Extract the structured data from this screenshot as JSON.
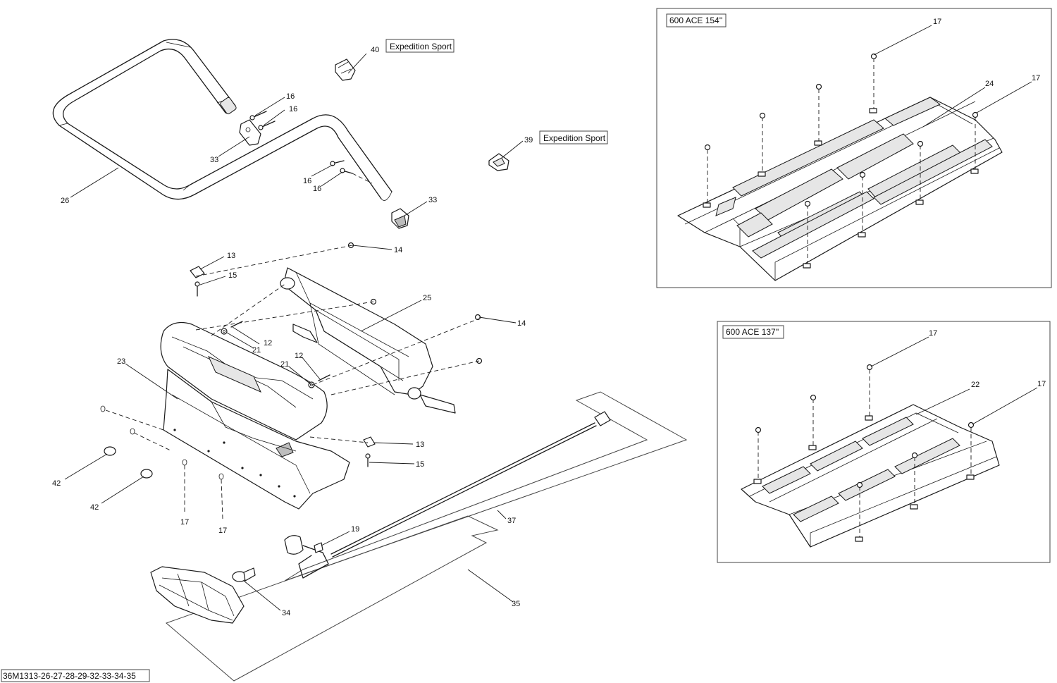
{
  "diagram_id": "36M1313-26-27-28-29-32-33-34-35",
  "variant_labels": {
    "expedition_sport_40": "Expedition Sport",
    "expedition_sport_39": "Expedition Sport",
    "box_154": "600 ACE 154''",
    "box_137": "600 ACE 137''"
  },
  "callouts": {
    "c26": "26",
    "c33a": "33",
    "c33b": "33",
    "c40": "40",
    "c39": "39",
    "c16a": "16",
    "c16b": "16",
    "c16c": "16",
    "c16d": "16",
    "c13a": "13",
    "c13b": "13",
    "c14a": "14",
    "c14b": "14",
    "c15a": "15",
    "c15b": "15",
    "c25": "25",
    "c23": "23",
    "c12a": "12",
    "c12b": "12",
    "c21a": "21",
    "c21b": "21",
    "c42a": "42",
    "c42b": "42",
    "c17a": "17",
    "c17b": "17",
    "c37": "37",
    "c19": "19",
    "c35": "35",
    "c34": "34",
    "c17c": "17",
    "c17d": "17",
    "c24": "24",
    "c17e": "17",
    "c17f": "17",
    "c22": "22"
  }
}
